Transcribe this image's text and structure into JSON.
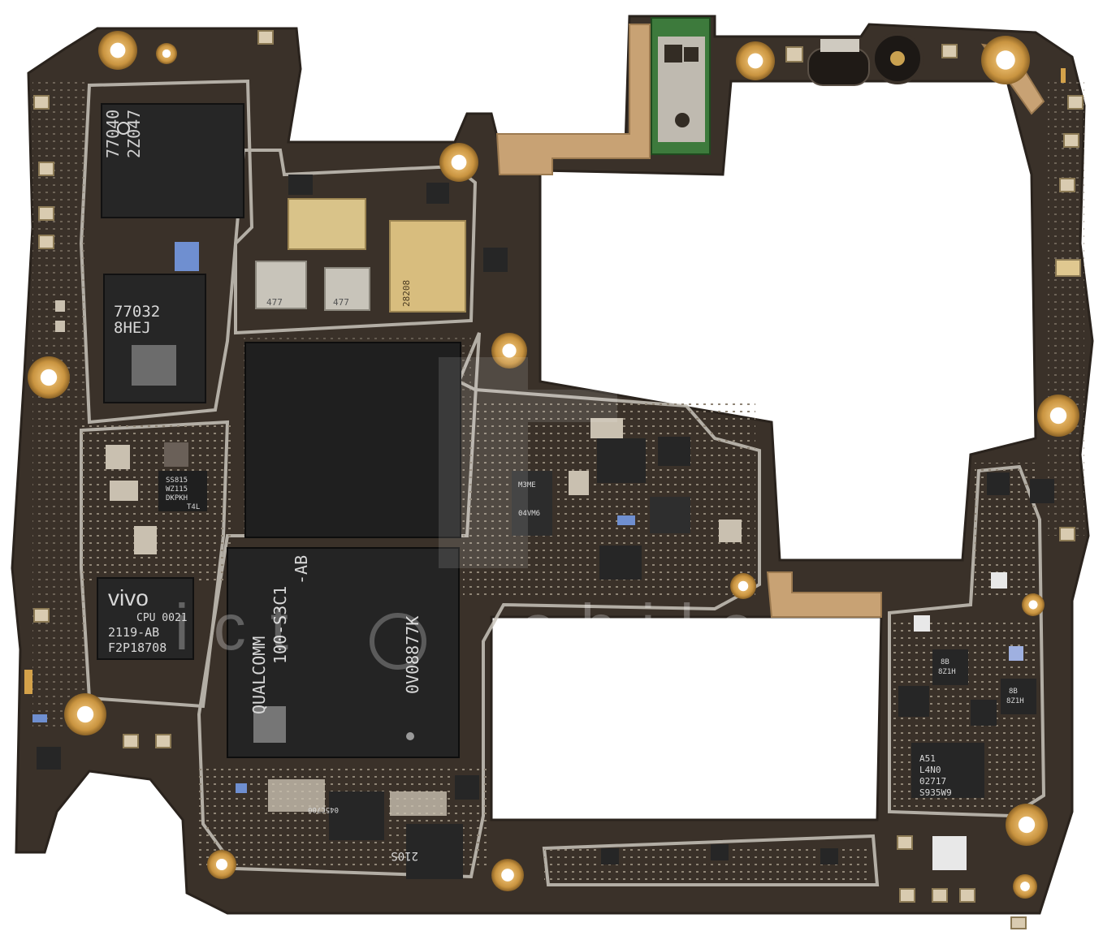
{
  "colors": {
    "board": "#3a3129",
    "board_edge": "#2a231d",
    "shield_line": "#c9c4bb",
    "chip": "#262626",
    "chip_text": "#d8d8d8",
    "gold": "#d4a24a",
    "copper": "#c8a274",
    "component_light": "#c9c0b0",
    "capacitor_blue": "#6f8fd0",
    "white_bg": "#ffffff"
  },
  "watermark": {
    "left_part": "ict",
    "right_part": "obile"
  },
  "chips": {
    "top_left": [
      "77040",
      "2Z047"
    ],
    "mid_left": [
      "77032",
      "8HEJ"
    ],
    "cpu_small": [
      "vivo",
      "CPU 0021",
      "2119-AB",
      "F2P18708"
    ],
    "qualcomm": [
      "QUALCOMM",
      "100-S3C1",
      "-AB",
      "0V08877K"
    ],
    "tiny_a": [
      "SS815",
      "WZ115",
      "DKPKH",
      "T4L"
    ],
    "right_block": [
      "A51",
      "L4N0",
      "02717",
      "S935W9"
    ],
    "bottom_chip": "045C700",
    "gold_a": "28208",
    "marking_477a": "477",
    "marking_477b": "477",
    "right_small_a": [
      "8B",
      "8Z1H"
    ],
    "right_small_b": [
      "8B",
      "8Z1H"
    ],
    "chip_210s": "210S",
    "mid_chip": [
      "M3ME",
      "04VM6"
    ]
  }
}
